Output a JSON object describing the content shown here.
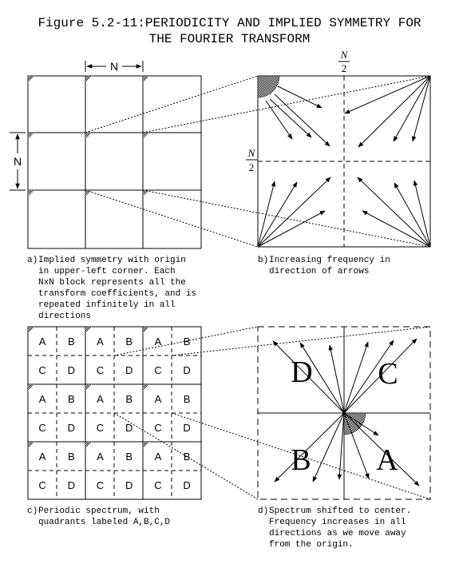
{
  "title": {
    "line1": "Figure 5.2-11:PERIODICITY AND IMPLIED SYMMETRY FOR",
    "line2": "THE FOURIER TRANSFORM"
  },
  "panel_a": {
    "dimension_label_top": "N",
    "dimension_label_left": "N",
    "caption_letter": "a)",
    "caption_text": "Implied symmetry with origin\nin upper-left corner. Each\nNxN block represents all the\ntransform coefficients, and is\nrepeated infinitely in all\ndirections"
  },
  "panel_b": {
    "top_fraction": {
      "numerator": "N",
      "denominator": "2"
    },
    "left_fraction": {
      "numerator": "N",
      "denominator": "2"
    },
    "caption_letter": "b)",
    "caption_text": "Increasing frequency in\ndirection of arrows"
  },
  "panel_c": {
    "grid_labels": [
      [
        "A",
        "B",
        "A",
        "B",
        "A",
        "B"
      ],
      [
        "C",
        "D",
        "C",
        "D",
        "C",
        "D"
      ],
      [
        "A",
        "B",
        "A",
        "B",
        "A",
        "B"
      ],
      [
        "C",
        "D",
        "C",
        "D",
        "C",
        "D"
      ],
      [
        "A",
        "B",
        "A",
        "B",
        "A",
        "B"
      ],
      [
        "C",
        "D",
        "C",
        "D",
        "C",
        "D"
      ]
    ],
    "caption_letter": "c)",
    "caption_text": "Periodic spectrum, with\nquadrants labeled A,B,C,D"
  },
  "panel_d": {
    "quadrant_labels": {
      "top_left": "D",
      "top_right": "C",
      "bottom_left": "B",
      "bottom_right": "A"
    },
    "caption_letter": "d)",
    "caption_text": "Spectrum shifted to center.\nFrequency increases in all\ndirections as we move away\nfrom the origin."
  }
}
